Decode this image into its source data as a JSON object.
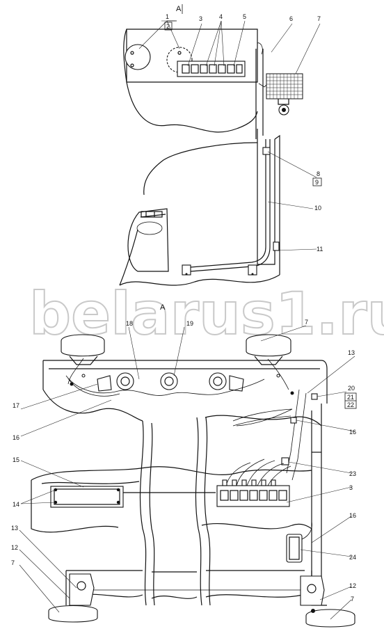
{
  "view_labels": {
    "top": "A",
    "bottom": "A"
  },
  "watermark": "belarus1.ru",
  "callouts": {
    "c1": "1",
    "c2": "2",
    "c3": "3",
    "c4": "4",
    "c5": "5",
    "c6": "6",
    "c7": "7",
    "c8": "8",
    "c9": "9",
    "c10": "10",
    "c11": "11",
    "c7b": "7",
    "c13": "13",
    "c16": "16",
    "c17": "17",
    "c18": "18",
    "c19": "19",
    "c20": "20",
    "c21": "21",
    "c22": "22",
    "c16b": "16",
    "c15": "15",
    "c14": "14",
    "c23": "23",
    "c3b": "3",
    "c16c": "16",
    "c24": "24",
    "c13b": "13",
    "c12": "12",
    "c7c": "7",
    "c12b": "12",
    "c7d": "7"
  }
}
